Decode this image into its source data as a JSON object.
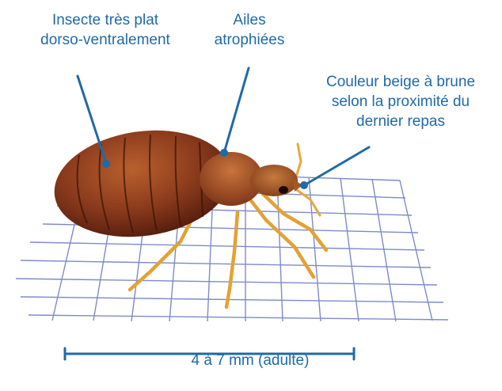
{
  "labels": {
    "flat": {
      "lines": [
        "Insecte très plat",
        "dorso-ventralement"
      ]
    },
    "wings": {
      "lines": [
        "Ailes",
        "atrophiées"
      ]
    },
    "color": {
      "lines": [
        "Couleur beige à brune",
        "selon la proximité du",
        "dernier repas"
      ]
    }
  },
  "scale": {
    "text": "4 à 7 mm (adulte)"
  },
  "colors": {
    "accent": "#1f6aa8",
    "grid": "#6f7fc4",
    "bug_body": "#8a3a1c",
    "legs": "#e2a233"
  }
}
